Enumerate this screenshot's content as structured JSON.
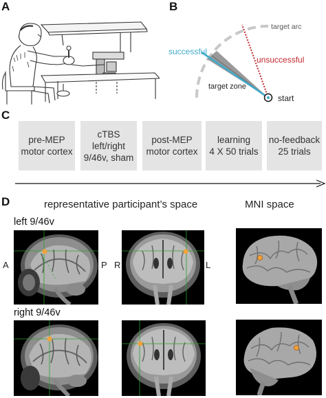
{
  "panels": {
    "a": "A",
    "b": "B",
    "c": "C",
    "d": "D"
  },
  "panel_b": {
    "target_arc": "target arc",
    "successful": "successful",
    "unsuccessful": "unsuccessful",
    "target_zone": "target zone",
    "start": "start",
    "colors": {
      "successful": "#3fa9c9",
      "unsuccessful": "#c0272d",
      "arc": "#c8c8c8",
      "zone": "#9a9a9a"
    }
  },
  "panel_c": {
    "steps": [
      "pre-MEP\nmotor cortex",
      "cTBS\nleft/right\n9/46v, sham",
      "post-MEP\nmotor cortex",
      "learning\n4 X 50 trials",
      "no-feedback\n25 trials"
    ]
  },
  "panel_d": {
    "heading_participant": "representative participant’s space",
    "heading_mni": "MNI space",
    "row_left": "left 9/46v",
    "row_right": "right 9/46v",
    "label_a": "A",
    "label_p": "P",
    "label_r": "R",
    "label_l": "L",
    "marker_color": "#f2a23a"
  }
}
